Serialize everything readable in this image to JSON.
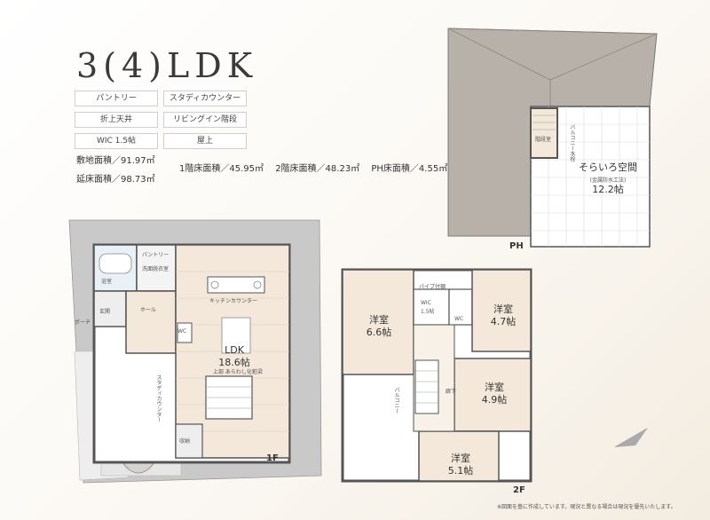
{
  "title": "3(4)LDK",
  "features": [
    "パントリー",
    "スタディカウンター",
    "折上天井",
    "リビングイン階段",
    "WIC 1.5帖",
    "屋上"
  ],
  "site_area": "敷地面積／91.97㎡",
  "floor_area": "延床面積／98.73㎡",
  "floor1_area": "1階床面積／45.95㎡",
  "floor2_area": "2階床面積／48.23㎡",
  "ph_area": "PH床面積／4.55㎡",
  "ph": {
    "tag": "PH",
    "sky_room_name": "そらいろ空間",
    "sky_room_note": "(金属防水工法)",
    "sky_room_size": "12.2帖",
    "stair_room": "階段室",
    "balcony_note": "バルコニー水栓"
  },
  "floor1": {
    "tag": "1F",
    "ldk_name": "LDK",
    "ldk_size": "18.6帖",
    "bath": "浴室",
    "washroom": "洗面脱衣室",
    "wc": "WC",
    "entrance": "玄関",
    "porch": "ポーチ",
    "hall": "ホール",
    "kitchen_counter": "キッチンカウンター",
    "storage": "収納",
    "study_counter": "スタディカウンター",
    "ceiling_note": "上部 あらわし化粧梁",
    "pantry": "パントリー"
  },
  "floor2": {
    "tag": "2F",
    "room1_name": "洋室",
    "room1_size": "6.6帖",
    "room2_name": "洋室",
    "room2_size": "4.7帖",
    "room3_name": "洋室",
    "room3_size": "4.9帖",
    "room4_name": "洋室",
    "room4_size": "5.1帖",
    "wic_name": "WIC",
    "wic_size": "1.5帖",
    "wc": "WC",
    "hall": "廊下",
    "balcony": "バルコニー",
    "pipe_shelf": "パイプ付棚"
  },
  "note": "※図面を基に作成しています。現況と異なる場合は現況を優先いたします。",
  "colors": {
    "wood_floor": "#f3e8d9",
    "wall": "#6e6e6e",
    "roof": "#b8b1aa",
    "parking": "#e6e6e6"
  }
}
